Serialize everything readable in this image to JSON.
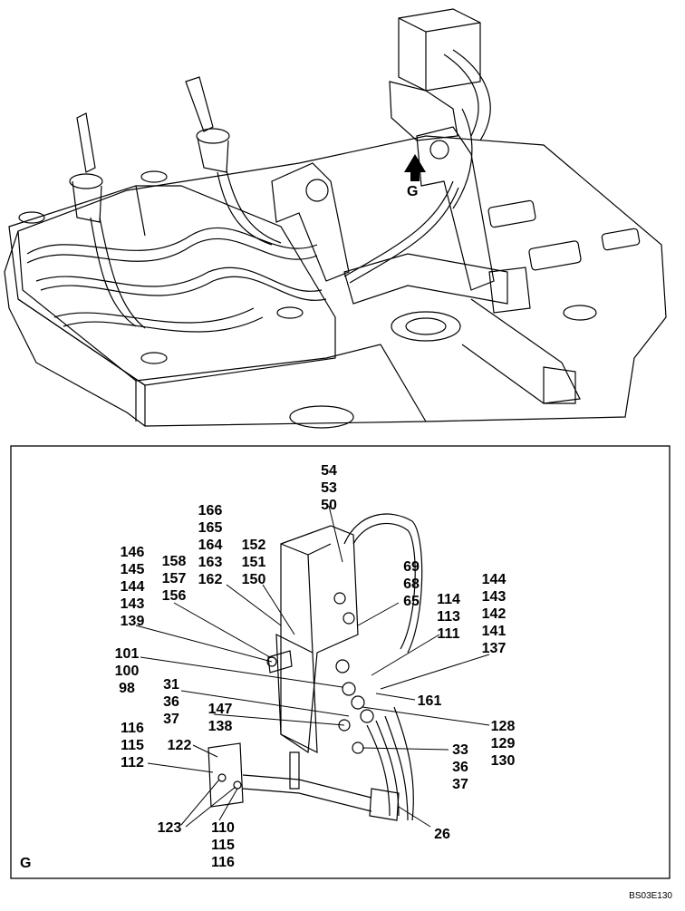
{
  "view_arrow_label": "G",
  "detail_view_label": "G",
  "figure_ref": "BS03E130",
  "callouts": {
    "c1": [
      "54",
      "53",
      "50"
    ],
    "c2": [
      "166",
      "165",
      "164",
      "163",
      "162"
    ],
    "c3": [
      "152",
      "151",
      "150"
    ],
    "c4": [
      "146",
      "145",
      "144",
      "143",
      "139"
    ],
    "c5": [
      "158",
      "157",
      "156"
    ],
    "c6": [
      "69",
      "68",
      "65"
    ],
    "c7": [
      "144",
      "143",
      "142",
      "141",
      "137"
    ],
    "c8": [
      "114",
      "113",
      "111"
    ],
    "c9": [
      "101",
      "100",
      "98"
    ],
    "c10": [
      "31",
      "36",
      "37"
    ],
    "c11": [
      "147",
      "138"
    ],
    "c12": [
      "161"
    ],
    "c13": [
      "128",
      "129",
      "130"
    ],
    "c14": [
      "116",
      "115",
      "112"
    ],
    "c15": [
      "122"
    ],
    "c16": [
      "33",
      "36",
      "37"
    ],
    "c17": [
      "123"
    ],
    "c18": [
      "110",
      "115",
      "116"
    ],
    "c19": [
      "26"
    ]
  }
}
